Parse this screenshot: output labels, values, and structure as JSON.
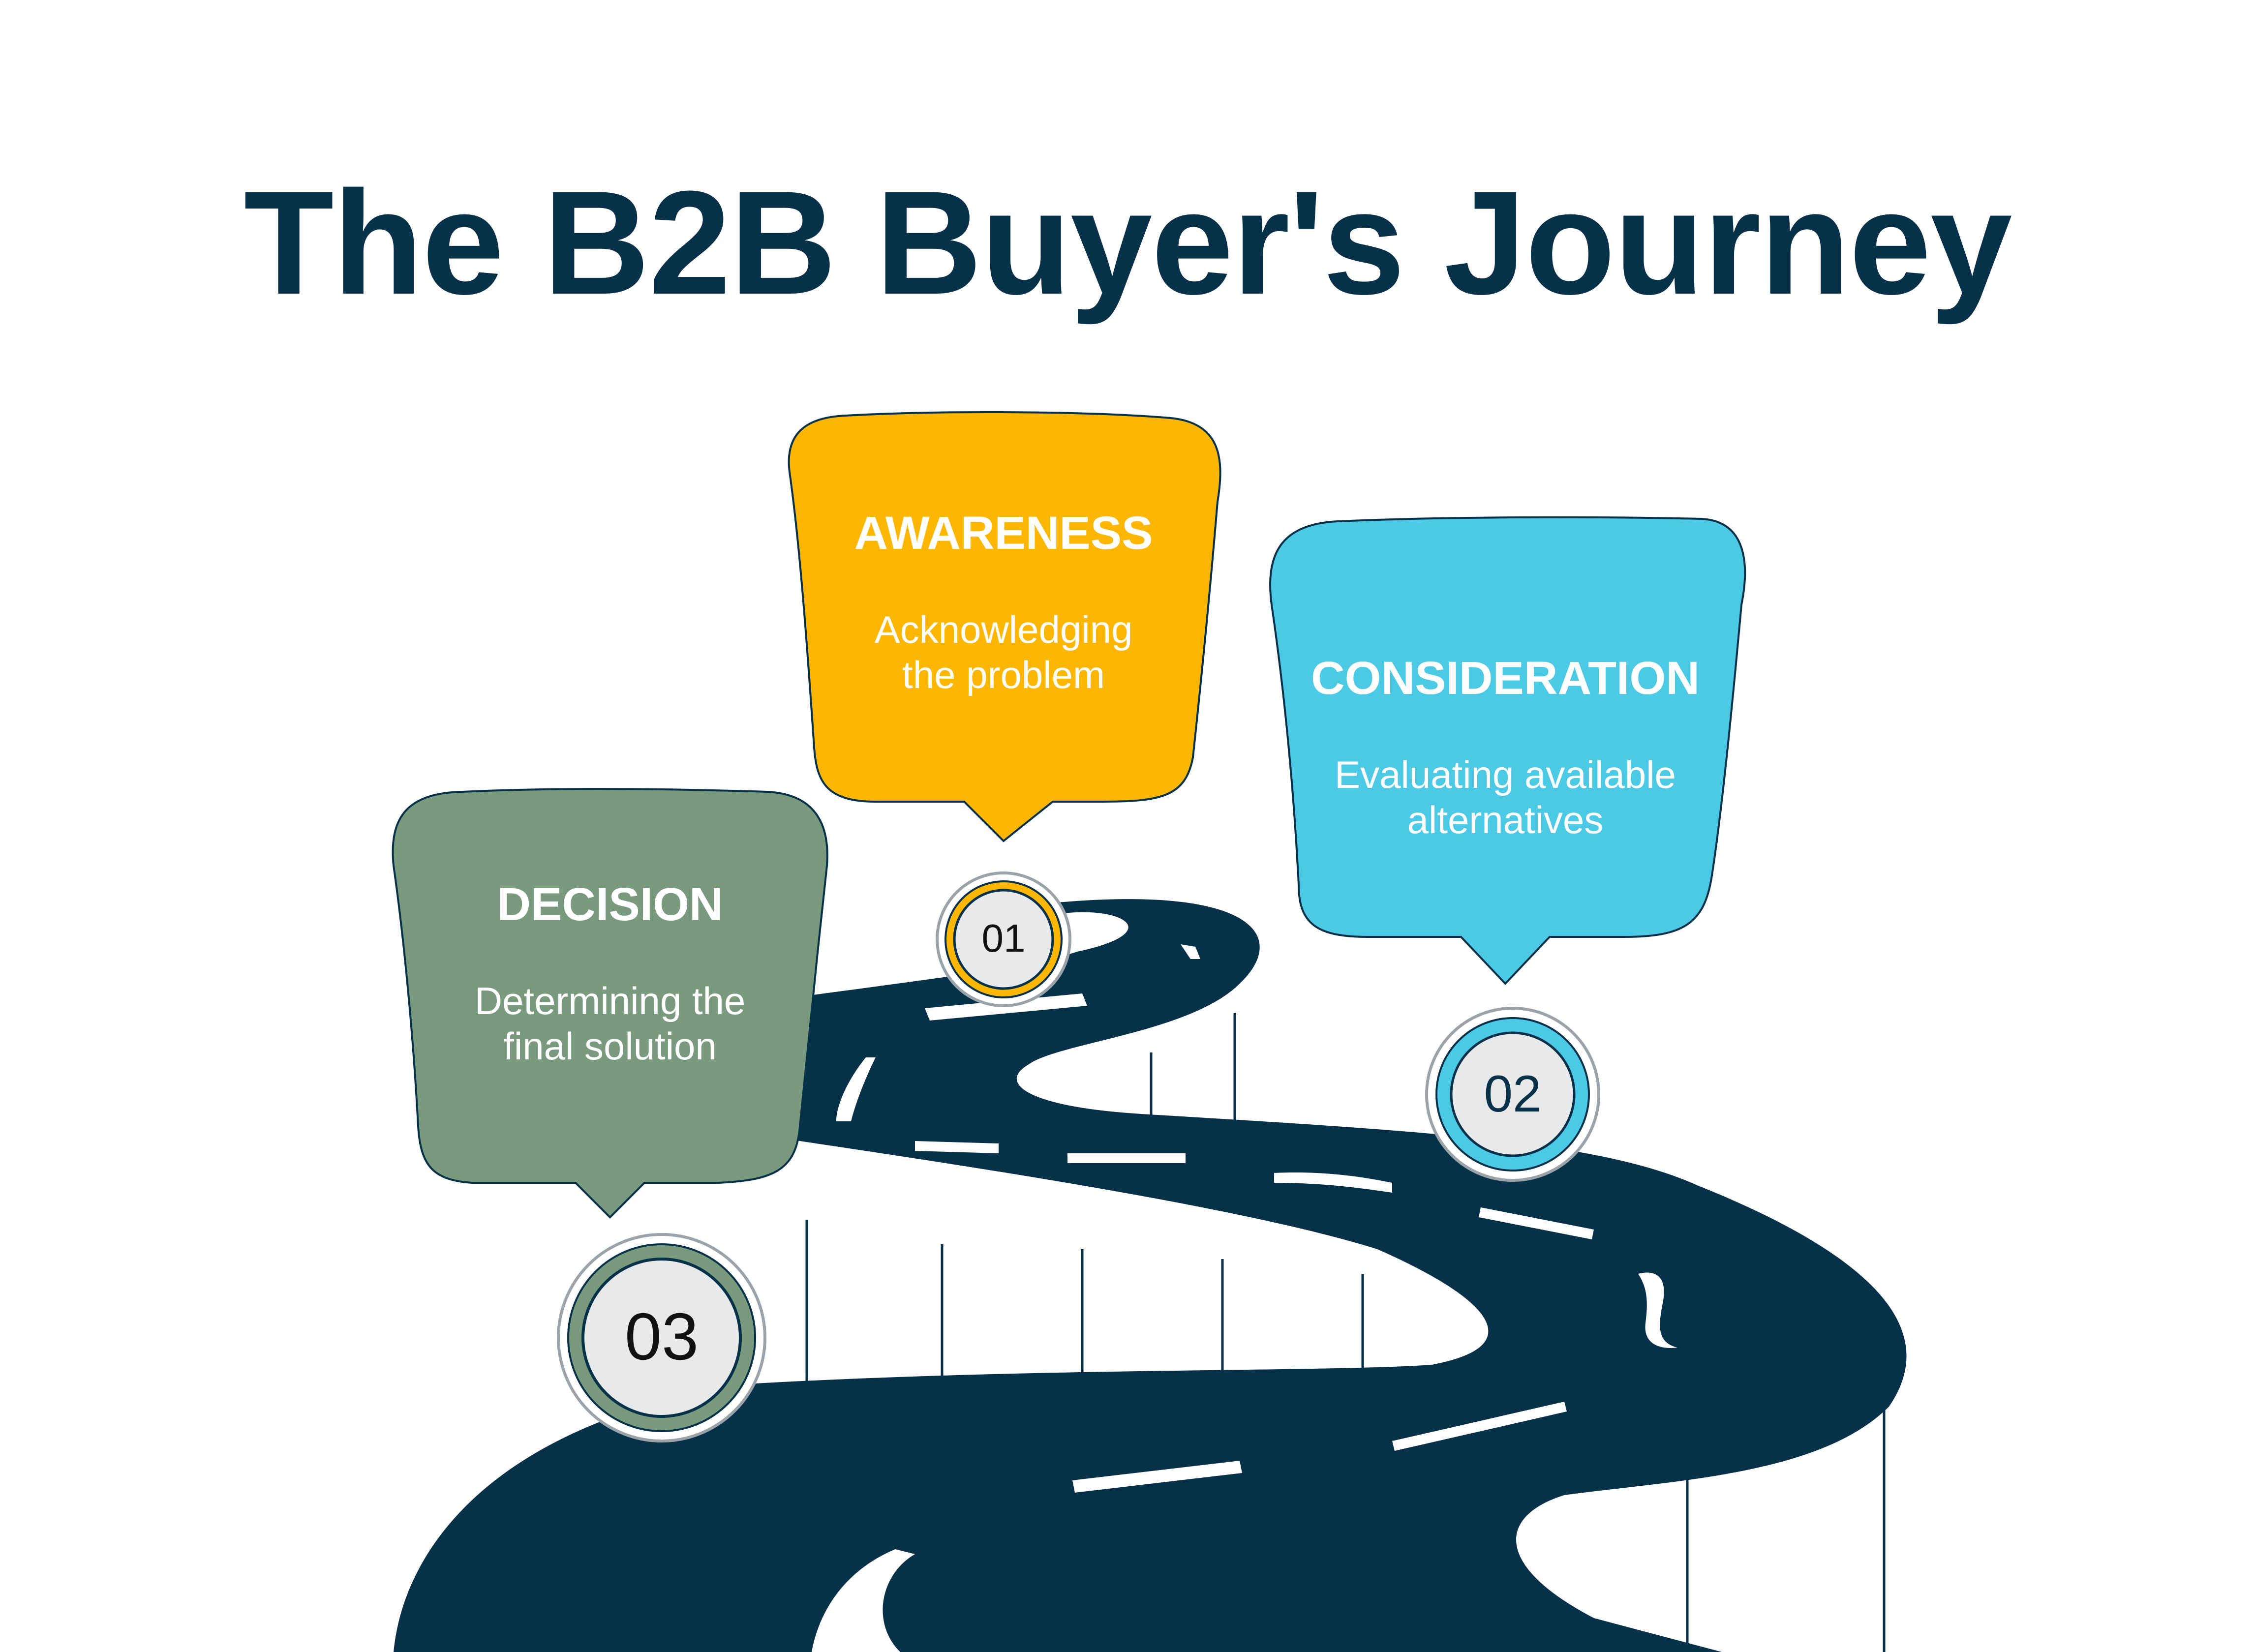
{
  "title": "The B2B Buyer's Journey",
  "stages": [
    {
      "number": "01",
      "name": "AWARENESS",
      "description_line1": "Acknowledging",
      "description_line2": "the problem",
      "color": "#FDB703"
    },
    {
      "number": "02",
      "name": "CONSIDERATION",
      "description_line1": "Evaluating available",
      "description_line2": "alternatives",
      "color": "#4BC9E5"
    },
    {
      "number": "03",
      "name": "DECISION",
      "description_line1": "Determining the",
      "description_line2": "final solution",
      "color": "#7A9A7E"
    }
  ],
  "colors": {
    "road": "#073049",
    "title": "#073049",
    "marker_face": "#E8E9EA",
    "outline": "#073049"
  }
}
